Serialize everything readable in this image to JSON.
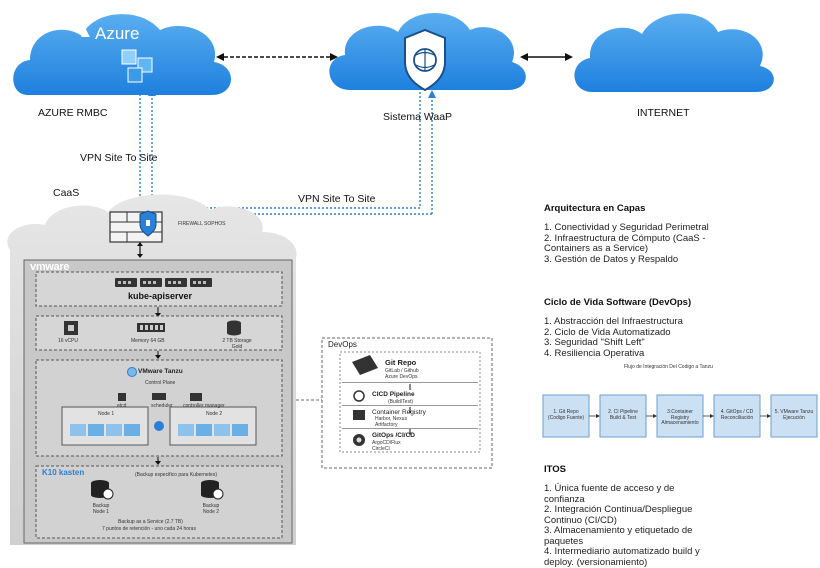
{
  "clouds": {
    "azure_logo": "Azure",
    "azure_label": "AZURE RMBC",
    "waap_label": "Sistema WaaP",
    "internet_label": "INTERNET"
  },
  "links": {
    "vpn_left": "VPN Site To Site",
    "vpn_right": "VPN Site To Site"
  },
  "caas": {
    "label": "CaaS",
    "firewall": "FIREWALL SOPHOS",
    "vmware_logo": "vmware",
    "kube": "kube-apiserver",
    "cpu": "16 vCPU",
    "memory": "Memory 64 GB",
    "storage": "2 TB Storage Gold",
    "tanzu": "VMware Tanzu",
    "control_plane": "Control Plane",
    "cp_items": [
      "etcd",
      "scheduler",
      "controller manager"
    ],
    "node1": "Node 1",
    "node2": "Node 2",
    "kasten_logo": "K10 kasten",
    "kasten_desc": "(Backup especifico para Kubernetes)",
    "backup1": "Backup Node 1",
    "backup2": "Backup Node 2",
    "backup_footer_1": "Backup as a Service (2.7 TB)",
    "backup_footer_2": "7 puntos de retención - uno cada 24 horas"
  },
  "devops": {
    "title": "DevOps",
    "git_title": "Git Repo",
    "git_sub": "GitLab / Github",
    "git_sub2": "Azure DevOps",
    "cicd_title": "CICD Pipeline",
    "cicd_sub": "(Build/Test)",
    "registry_title": "Container Registry",
    "registry_sub": "Harbor, Nexus",
    "registry_sub2": "Artifactory",
    "gitops_title": "GitOps /CI/CD",
    "gitops_sub": "ArgoCD/Flux",
    "gitops_sub2": "CircleCI"
  },
  "arquitectura": {
    "title": "Arquitectura en Capas",
    "items": [
      "1. Conectividad y Seguridad Perimetral",
      "2. Infraestructura de Cómputo (CaaS -",
      "Containers as a Service)",
      "3. Gestión de Datos y Respaldo"
    ]
  },
  "ciclo": {
    "title": "Ciclo de Vida Software (DevOps)",
    "items": [
      "1. Abstracción del Infraestructura",
      "2. Ciclo de Vida Automatizado",
      "3. Seguridad \"Shift Left\"",
      "4. Resiliencia Operativa"
    ]
  },
  "flujo": {
    "title": "Flujo de Integración Del Codigo a Tanzu",
    "steps": [
      "1. Git Repo (Codigo Fuente)",
      "2. CI Pipeline Build & Test",
      "3.Container Registry Almacenamiento",
      "4. GitOps / CD Reconciliación",
      "5. VMware Tanzu Ejecución"
    ]
  },
  "itos": {
    "title": "ITOS",
    "items": [
      "1. Única fuente de acceso y de",
      "confianza",
      "2. Integración Continua/Despliegue",
      "Continuo (CI/CD)",
      "3. Almacenamiento y etiquetado de",
      "paquetes",
      "4. Intermediario automatizado build y",
      "deploy. (versionamiento)"
    ]
  },
  "colors": {
    "cloud_blue": "#2f8fe4",
    "cloud_grey": "#d9d9d9",
    "link_blue": "#2a7fd6"
  }
}
